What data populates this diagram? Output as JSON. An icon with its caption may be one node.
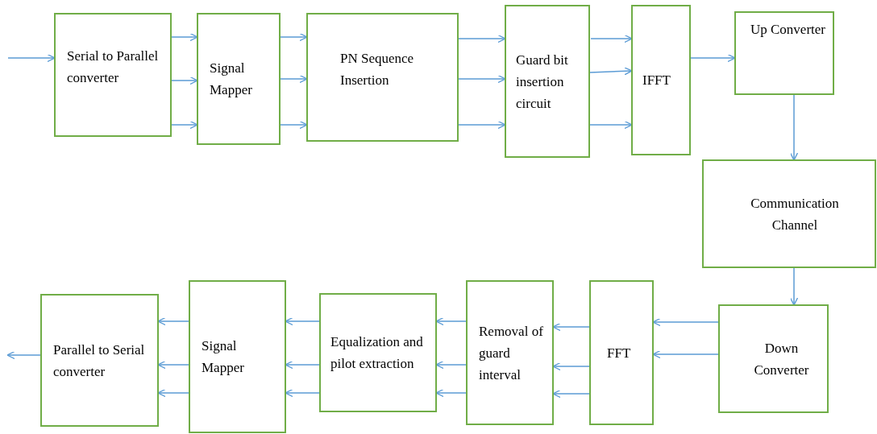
{
  "diagram": {
    "nodes": [
      {
        "text": [
          "Serial to Parallel converter"
        ]
      },
      {
        "text": [
          "Signal Mapper"
        ]
      },
      {
        "text": [
          "PN Sequence Insertion"
        ]
      },
      {
        "text": [
          "Guard bit insertion circuit"
        ]
      },
      {
        "text": [
          "IFFT"
        ]
      },
      {
        "text": [
          "Up Converter"
        ]
      },
      {
        "text": [
          "Communication Channel"
        ]
      },
      {
        "text": [
          "Down Converter"
        ]
      },
      {
        "text": [
          "FFT"
        ]
      },
      {
        "text": [
          "Removal of guard interval"
        ]
      },
      {
        "text": [
          "Equalization and pilot extraction"
        ]
      },
      {
        "text": [
          "Signal Mapper"
        ]
      },
      {
        "text": [
          "Parallel to Serial converter"
        ]
      }
    ],
    "edges": [
      {
        "from": null,
        "to": 0,
        "arrow": "to"
      },
      {
        "from": 0,
        "to": 1,
        "arrow": "to"
      },
      {
        "from": 0,
        "to": 1,
        "arrow": "to"
      },
      {
        "from": 0,
        "to": 1,
        "arrow": "to"
      },
      {
        "from": 1,
        "to": 2,
        "arrow": "to"
      },
      {
        "from": 1,
        "to": 2,
        "arrow": "to"
      },
      {
        "from": 1,
        "to": 2,
        "arrow": "to"
      },
      {
        "from": 2,
        "to": 3,
        "arrow": "to"
      },
      {
        "from": 2,
        "to": 3,
        "arrow": "to"
      },
      {
        "from": 2,
        "to": 3,
        "arrow": "to"
      },
      {
        "from": 3,
        "to": 4,
        "arrow": "to"
      },
      {
        "from": 3,
        "to": 4,
        "arrow": "to"
      },
      {
        "from": 3,
        "to": 4,
        "arrow": "to"
      },
      {
        "from": 4,
        "to": 5,
        "arrow": "to"
      },
      {
        "from": 5,
        "to": 6,
        "arrow": "to"
      },
      {
        "from": 6,
        "to": 7,
        "arrow": "to"
      },
      {
        "from": 7,
        "to": 8,
        "arrow": "to"
      },
      {
        "from": 7,
        "to": 8,
        "arrow": "to"
      },
      {
        "from": 8,
        "to": 9,
        "arrow": "to"
      },
      {
        "from": 8,
        "to": 9,
        "arrow": "to"
      },
      {
        "from": 8,
        "to": 9,
        "arrow": "to"
      },
      {
        "from": 9,
        "to": 10,
        "arrow": "to"
      },
      {
        "from": 9,
        "to": 10,
        "arrow": "to"
      },
      {
        "from": 9,
        "to": 10,
        "arrow": "to"
      },
      {
        "from": 10,
        "to": 11,
        "arrow": "to"
      },
      {
        "from": 10,
        "to": 11,
        "arrow": "to"
      },
      {
        "from": 10,
        "to": 11,
        "arrow": "to"
      },
      {
        "from": 11,
        "to": 12,
        "arrow": "to"
      },
      {
        "from": 11,
        "to": 12,
        "arrow": "to"
      },
      {
        "from": 11,
        "to": 12,
        "arrow": "to"
      },
      {
        "from": 12,
        "to": null,
        "arrow": "to"
      }
    ]
  }
}
